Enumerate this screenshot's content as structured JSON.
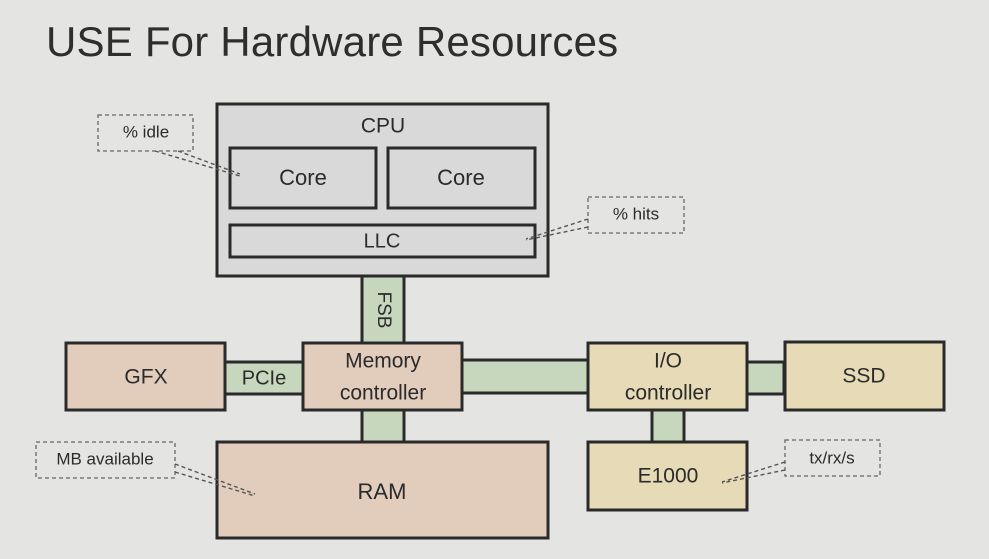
{
  "title": "USE For Hardware Resources",
  "colors": {
    "cpu_fill": "#d9d9d9",
    "memory_fill": "#e2cdbd",
    "io_fill": "#e6dbb6",
    "bus_fill": "#c7d7bd",
    "stroke": "#2a2a2a"
  },
  "components": {
    "cpu": "CPU",
    "core1": "Core",
    "core2": "Core",
    "llc": "LLC",
    "gfx": "GFX",
    "memory_controller_line1": "Memory",
    "memory_controller_line2": "controller",
    "io_controller_line1": "I/O",
    "io_controller_line2": "controller",
    "ssd": "SSD",
    "ram": "RAM",
    "e1000": "E1000"
  },
  "buses": {
    "fsb": "FSB",
    "pcie": "PCIe"
  },
  "callouts": {
    "idle": "% idle",
    "hits": "% hits",
    "mb_available": "MB available",
    "txrx": "tx/rx/s"
  }
}
